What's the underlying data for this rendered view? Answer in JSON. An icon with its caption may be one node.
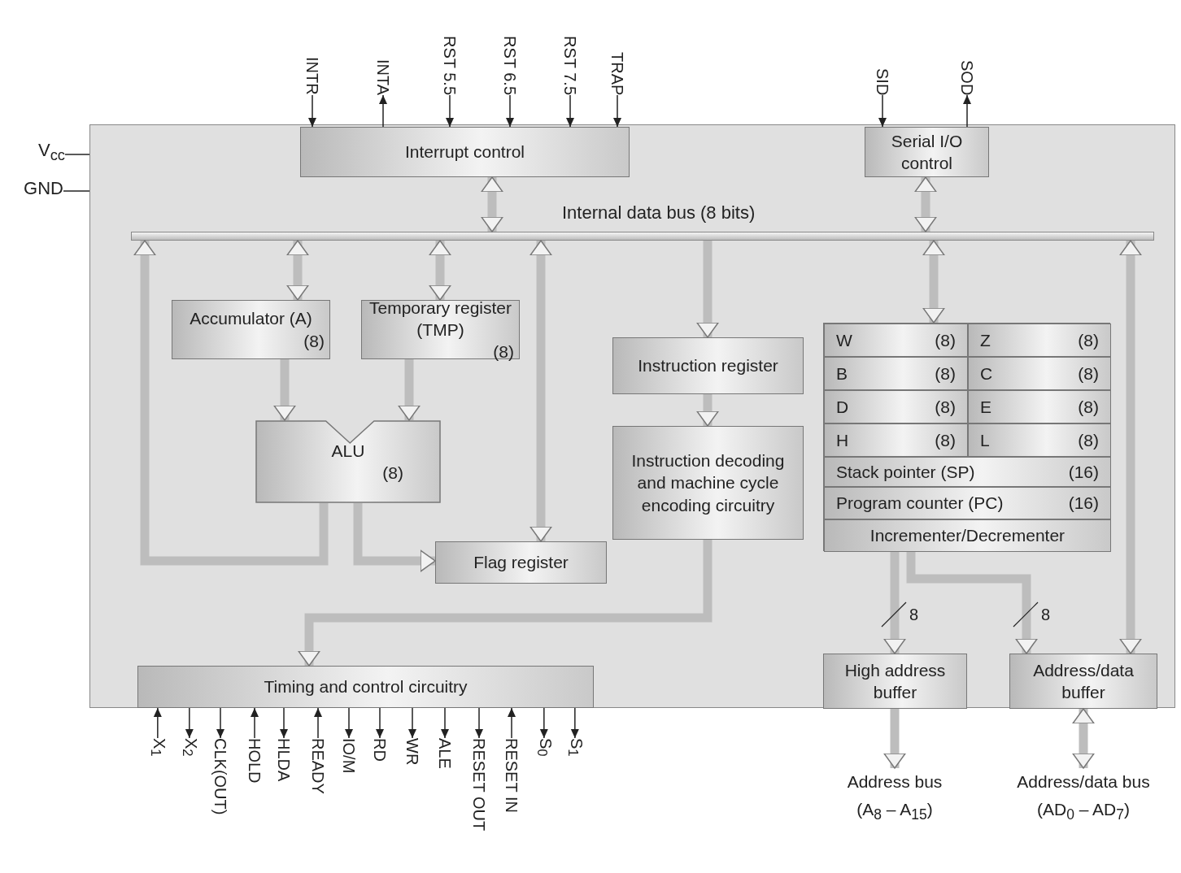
{
  "diagram": {
    "nodes": [
      {
        "text": [],
        "shape": "box"
      },
      {
        "text": [
          "Interrupt control"
        ],
        "in": 0
      },
      {
        "text": [
          "Serial I/O control"
        ],
        "in": 0
      },
      {
        "text": [
          "Internal data bus (8 bits)"
        ],
        "in": 0
      },
      {
        "text": [
          "Accumulator (A)",
          "(8)"
        ],
        "in": 0
      },
      {
        "text": [
          "Temporary register (TMP)",
          "(8)"
        ],
        "in": 0
      },
      {
        "text": [
          "ALU",
          "(8)"
        ],
        "in": 0
      },
      {
        "text": [
          "Flag register"
        ],
        "in": 0
      },
      {
        "text": [
          "Instruction register"
        ],
        "in": 0
      },
      {
        "text": [
          "Instruction decoding and machine cycle encoding circuitry"
        ],
        "in": 0
      },
      {
        "text": [],
        "shape": "box",
        "in": 0
      },
      {
        "text": [
          "W",
          "(8)"
        ],
        "in": 10
      },
      {
        "text": [
          "Z",
          "(8)"
        ],
        "in": 10
      },
      {
        "text": [
          "B",
          "(8)"
        ],
        "in": 10
      },
      {
        "text": [
          "C",
          "(8)"
        ],
        "in": 10
      },
      {
        "text": [
          "D",
          "(8)"
        ],
        "in": 10
      },
      {
        "text": [
          "E",
          "(8)"
        ],
        "in": 10
      },
      {
        "text": [
          "H",
          "(8)"
        ],
        "in": 10
      },
      {
        "text": [
          "L",
          "(8)"
        ],
        "in": 10
      },
      {
        "text": [
          "Stack pointer (SP)",
          "(16)"
        ],
        "in": 10
      },
      {
        "text": [
          "Program counter (PC)",
          "(16)"
        ],
        "in": 10
      },
      {
        "text": [
          "Incrementer/Decrementer"
        ],
        "in": 10
      },
      {
        "text": [
          "High address buffer"
        ],
        "in": 0
      },
      {
        "text": [
          "Address/data buffer"
        ],
        "in": 0
      },
      {
        "text": [
          "Timing and control circuitry"
        ],
        "in": 0
      },
      {
        "text": [
          "V$_{cc}$"
        ]
      },
      {
        "text": [
          "GND"
        ]
      },
      {
        "text": [
          "INTR"
        ]
      },
      {
        "text": [
          "INTA"
        ]
      },
      {
        "text": [
          "RST 5.5"
        ]
      },
      {
        "text": [
          "RST 6.5"
        ]
      },
      {
        "text": [
          "RST 7.5"
        ]
      },
      {
        "text": [
          "TRAP"
        ]
      },
      {
        "text": [
          "SID"
        ]
      },
      {
        "text": [
          "SOD"
        ]
      },
      {
        "text": [
          "X$_{1}$"
        ]
      },
      {
        "text": [
          "X$_{2}$"
        ]
      },
      {
        "text": [
          "CLK(OUT)"
        ]
      },
      {
        "text": [
          "HOLD"
        ]
      },
      {
        "text": [
          "HLDA"
        ]
      },
      {
        "text": [
          "READY"
        ]
      },
      {
        "text": [
          "IO/M"
        ]
      },
      {
        "text": [
          "RD"
        ]
      },
      {
        "text": [
          "WR"
        ]
      },
      {
        "text": [
          "ALE"
        ]
      },
      {
        "text": [
          "RESET OUT"
        ]
      },
      {
        "text": [
          "RESET IN"
        ]
      },
      {
        "text": [
          "S$_{0}$"
        ]
      },
      {
        "text": [
          "S$_{1}$"
        ]
      },
      {
        "text": [
          "Address bus",
          "(A$_{8}$ – A$_{15}$)"
        ]
      },
      {
        "text": [
          "Address/data bus",
          "(AD$_{0}$ – AD$_{7}$)"
        ]
      }
    ],
    "edges": [
      {
        "from": 25,
        "to": 0,
        "arrow": "none"
      },
      {
        "from": 26,
        "to": 0,
        "arrow": "none"
      },
      {
        "from": 27,
        "to": 1,
        "arrow": "to"
      },
      {
        "from": 1,
        "to": 28,
        "arrow": "to"
      },
      {
        "from": 29,
        "to": 1,
        "arrow": "to"
      },
      {
        "from": 30,
        "to": 1,
        "arrow": "to"
      },
      {
        "from": 31,
        "to": 1,
        "arrow": "to"
      },
      {
        "from": 32,
        "to": 1,
        "arrow": "to"
      },
      {
        "from": 33,
        "to": 2,
        "arrow": "to"
      },
      {
        "from": 2,
        "to": 34,
        "arrow": "to"
      },
      {
        "from": 1,
        "to": 3,
        "arrow": "both",
        "style": "thick",
        "color": "#bdbdbd"
      },
      {
        "from": 2,
        "to": 3,
        "arrow": "both",
        "style": "thick",
        "color": "#bdbdbd"
      },
      {
        "from": 3,
        "to": 4,
        "arrow": "both",
        "style": "thick",
        "color": "#bdbdbd"
      },
      {
        "from": 3,
        "to": 5,
        "arrow": "both",
        "style": "thick",
        "color": "#bdbdbd"
      },
      {
        "from": 3,
        "to": 7,
        "arrow": "both",
        "style": "thick",
        "color": "#bdbdbd"
      },
      {
        "from": 3,
        "to": 8,
        "arrow": "to",
        "style": "thick",
        "color": "#bdbdbd"
      },
      {
        "from": 3,
        "to": 10,
        "arrow": "both",
        "style": "thick",
        "color": "#bdbdbd"
      },
      {
        "from": 3,
        "to": 23,
        "arrow": "both",
        "style": "thick",
        "color": "#bdbdbd"
      },
      {
        "from": 4,
        "to": 6,
        "arrow": "to",
        "style": "thick",
        "color": "#bdbdbd"
      },
      {
        "from": 5,
        "to": 6,
        "arrow": "to",
        "style": "thick",
        "color": "#bdbdbd"
      },
      {
        "from": 6,
        "to": 3,
        "arrow": "to",
        "style": "thick",
        "color": "#bdbdbd"
      },
      {
        "from": 6,
        "to": 7,
        "arrow": "to",
        "style": "thick",
        "color": "#bdbdbd"
      },
      {
        "from": 8,
        "to": 9,
        "arrow": "to",
        "style": "thick",
        "color": "#bdbdbd"
      },
      {
        "from": 9,
        "to": 24,
        "arrow": "to",
        "style": "thick",
        "color": "#bdbdbd"
      },
      {
        "from": 21,
        "to": 22,
        "label": "8",
        "arrow": "to",
        "style": "thick",
        "color": "#bdbdbd"
      },
      {
        "from": 21,
        "to": 23,
        "label": "8",
        "arrow": "to",
        "style": "thick",
        "color": "#bdbdbd"
      },
      {
        "from": 22,
        "to": 49,
        "arrow": "to",
        "style": "thick",
        "color": "#bdbdbd"
      },
      {
        "from": 23,
        "to": 50,
        "arrow": "both",
        "style": "thick",
        "color": "#bdbdbd"
      },
      {
        "from": 35,
        "to": 24,
        "arrow": "to"
      },
      {
        "from": 24,
        "to": 36,
        "arrow": "to"
      },
      {
        "from": 24,
        "to": 37,
        "arrow": "to"
      },
      {
        "from": 38,
        "to": 24,
        "arrow": "to"
      },
      {
        "from": 24,
        "to": 39,
        "arrow": "to"
      },
      {
        "from": 40,
        "to": 24,
        "arrow": "to"
      },
      {
        "from": 24,
        "to": 41,
        "arrow": "to"
      },
      {
        "from": 24,
        "to": 42,
        "arrow": "to"
      },
      {
        "from": 24,
        "to": 43,
        "arrow": "to"
      },
      {
        "from": 24,
        "to": 44,
        "arrow": "to"
      },
      {
        "from": 24,
        "to": 45,
        "arrow": "to"
      },
      {
        "from": 46,
        "to": 24,
        "arrow": "to"
      },
      {
        "from": 24,
        "to": 47,
        "arrow": "to"
      },
      {
        "from": 24,
        "to": 48,
        "arrow": "to"
      }
    ]
  }
}
